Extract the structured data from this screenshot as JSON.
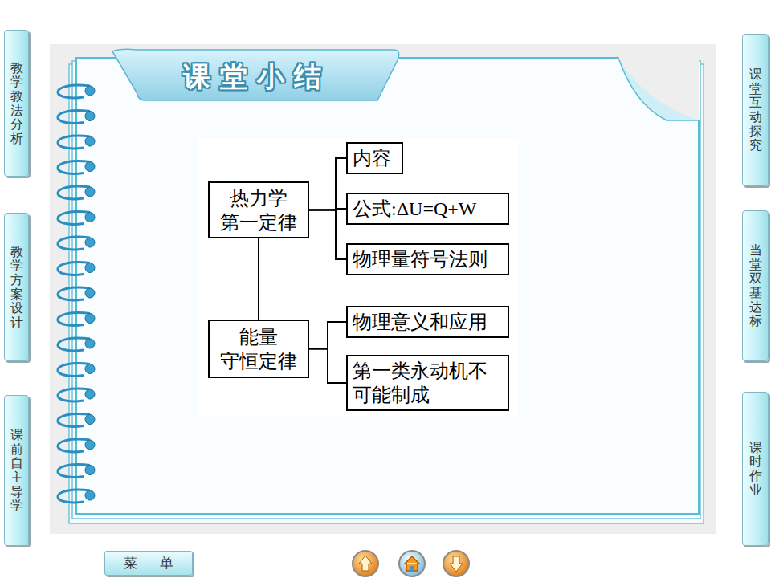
{
  "diagram": {
    "title": "课堂小结",
    "nodes": [
      {
        "text": [
          "教学教法分析"
        ]
      },
      {
        "text": [
          "教学方案设计"
        ]
      },
      {
        "text": [
          "课前自主导学"
        ]
      },
      {
        "text": [
          "热力学 第一定律"
        ]
      },
      {
        "text": [
          "内容"
        ]
      },
      {
        "text": [
          "公式:ΔU=Q+W"
        ]
      },
      {
        "text": [
          "物理量符号法则"
        ]
      },
      {
        "text": [
          "能量 守恒定律"
        ]
      },
      {
        "text": [
          "物理意义和应用"
        ]
      },
      {
        "text": [
          "第一类永动机不 可能制成"
        ]
      },
      {
        "text": [
          "课堂互动探究"
        ]
      },
      {
        "text": [
          "当堂双基达标"
        ]
      },
      {
        "text": [
          "课时作业"
        ]
      },
      {
        "text": [
          "菜 单"
        ]
      }
    ],
    "edges": [
      {
        "from": 3,
        "to": 4,
        "arrow": "none"
      },
      {
        "from": 3,
        "to": 5,
        "arrow": "none"
      },
      {
        "from": 3,
        "to": 6,
        "arrow": "none"
      },
      {
        "from": 3,
        "to": 7,
        "arrow": "none"
      },
      {
        "from": 7,
        "to": 8,
        "arrow": "none"
      },
      {
        "from": 7,
        "to": 9,
        "arrow": "none"
      }
    ]
  }
}
